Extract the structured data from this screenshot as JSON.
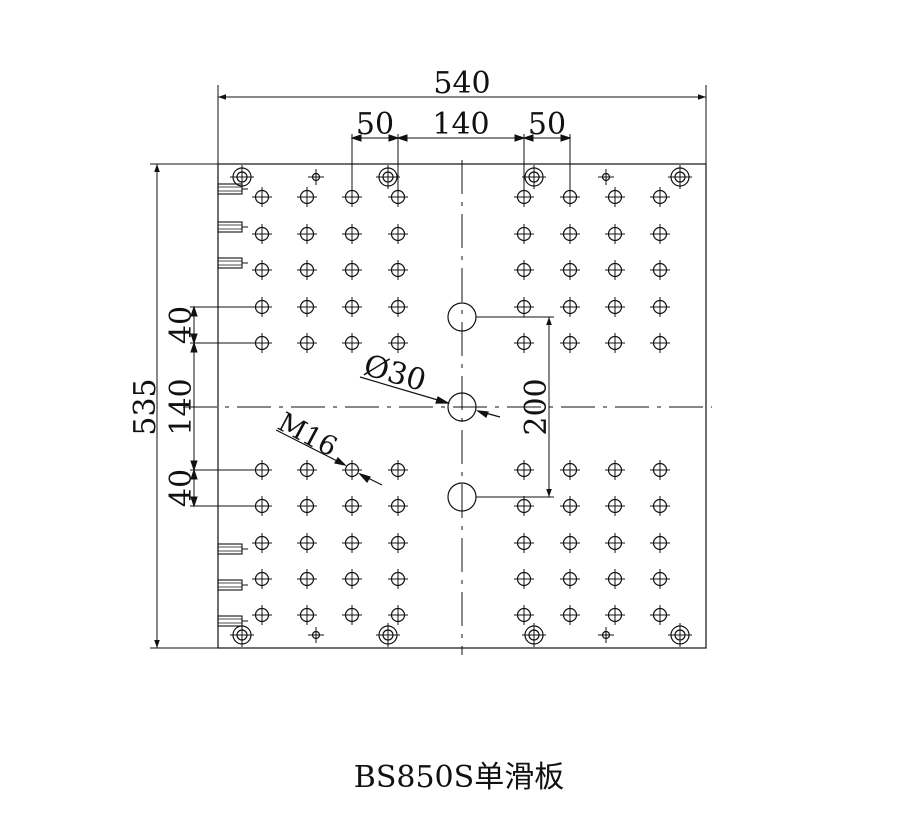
{
  "dimensions": {
    "overall_width": "540",
    "overall_height": "535",
    "top_left_gap": "50",
    "top_center_gap": "140",
    "top_right_gap": "50",
    "left_upper_gap": "40",
    "left_center_gap": "140",
    "left_lower_gap": "40",
    "center_height": "200",
    "center_hole": "Ø30",
    "thread": "M16"
  },
  "caption": "BS850S单滑板",
  "colors": {
    "line": "#111111",
    "background": "#ffffff"
  }
}
